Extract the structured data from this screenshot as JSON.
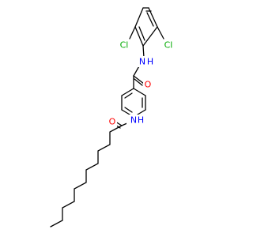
{
  "molecule": {
    "atom_labels": {
      "cl_left": "Cl",
      "cl_right": "Cl",
      "amide_n_top": "N",
      "amide_h_top": "H",
      "carbonyl_o_top": "O",
      "amide_n_bottom": "N",
      "amide_h_bottom": "H",
      "carbonyl_o_bottom": "O"
    },
    "colors": {
      "bond": "#000000",
      "chlorine": "#00aa00",
      "nitrogen": "#0000ff",
      "oxygen": "#ff0000",
      "background": "#ffffff"
    }
  }
}
